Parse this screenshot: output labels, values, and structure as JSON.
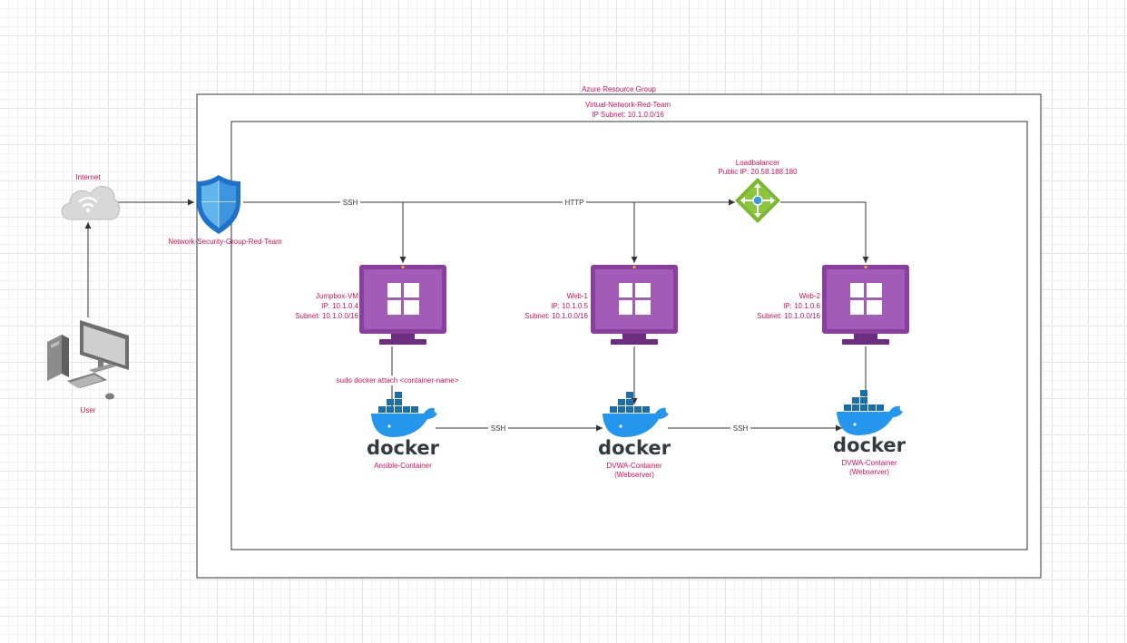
{
  "colors": {
    "label": "#d6105c",
    "vm_frame": "#8a3fa0",
    "docker_blue": "#2496ed",
    "shield_blue": "#1e73c8",
    "loadbalancer_green": "#7ab834"
  },
  "groups": {
    "resource_group": "Azure Resource Group",
    "vnet_name": "Virtual-Network-Red-Team",
    "vnet_subnet": "IP Subnet: 10.1.0.0/16"
  },
  "nodes": {
    "internet": {
      "label": "Internet",
      "icon": "cloud-wifi-icon"
    },
    "user": {
      "label": "User",
      "icon": "workstation-icon"
    },
    "nsg": {
      "label": "Network-Security-Group-Red-Team",
      "icon": "shield-icon"
    },
    "loadbalancer": {
      "name": "Loadbalancer",
      "public_ip": "Public IP: 20.58.188.180",
      "icon": "load-balancer-icon"
    },
    "jumpbox": {
      "name": "Jumpbox-VM",
      "ip": "IP: 10.1.0.4",
      "subnet": "Subnet: 10.1.0.0/16",
      "icon": "windows-vm-icon"
    },
    "web1": {
      "name": "Web-1",
      "ip": "IP: 10.1.0.5",
      "subnet": "Subnet: 10.1.0.0/16",
      "icon": "windows-vm-icon"
    },
    "web2": {
      "name": "Web-2",
      "ip": "IP: 10.1.0.6",
      "subnet": "Subnet: 10.1.0.0/16",
      "icon": "windows-vm-icon"
    },
    "ansible": {
      "logo": "docker",
      "line1": "Ansible-Container",
      "icon": "docker-icon"
    },
    "dvwa1": {
      "logo": "docker",
      "line1": "DVWA-Container",
      "line2": "(Webserver)",
      "icon": "docker-icon"
    },
    "dvwa2": {
      "logo": "docker",
      "line1": "DVWA-Container",
      "line2": "(Webserver)",
      "icon": "docker-icon"
    }
  },
  "edges": {
    "ssh_label": "SSH",
    "http_label": "HTTP",
    "attach_label": "sudo docker attach <container-name>",
    "ssh_ansible_dvwa1": "SSH",
    "ssh_dvwa1_dvwa2": "SSH"
  }
}
